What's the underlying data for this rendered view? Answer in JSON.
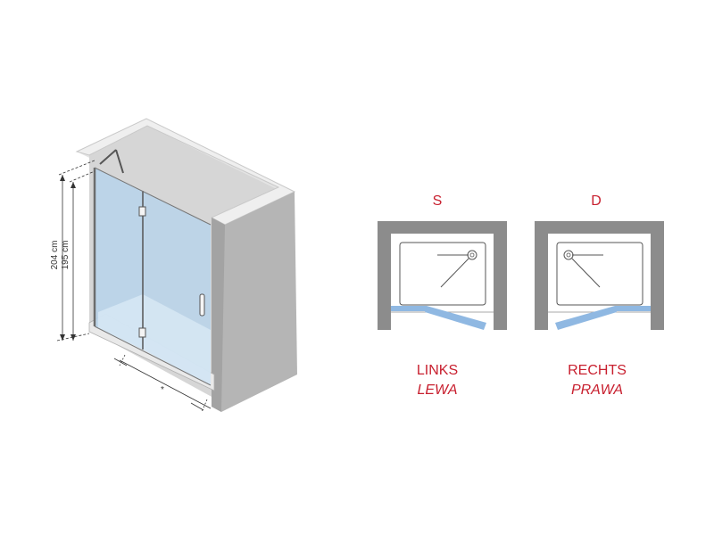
{
  "iso_view": {
    "height_outer": "204 cm",
    "height_inner": "195 cm",
    "width_marker": "*"
  },
  "plans": [
    {
      "letter": "S",
      "label": "LINKS",
      "label_alt": "LEWA"
    },
    {
      "letter": "D",
      "label": "RECHTS",
      "label_alt": "PRAWA"
    }
  ],
  "colors": {
    "wall": "#8c8c8c",
    "wall_light": "#bdbdbd",
    "glass": "#b9d4ea",
    "door_blue": "#8fb8e2",
    "accent_red": "#c8202f"
  }
}
